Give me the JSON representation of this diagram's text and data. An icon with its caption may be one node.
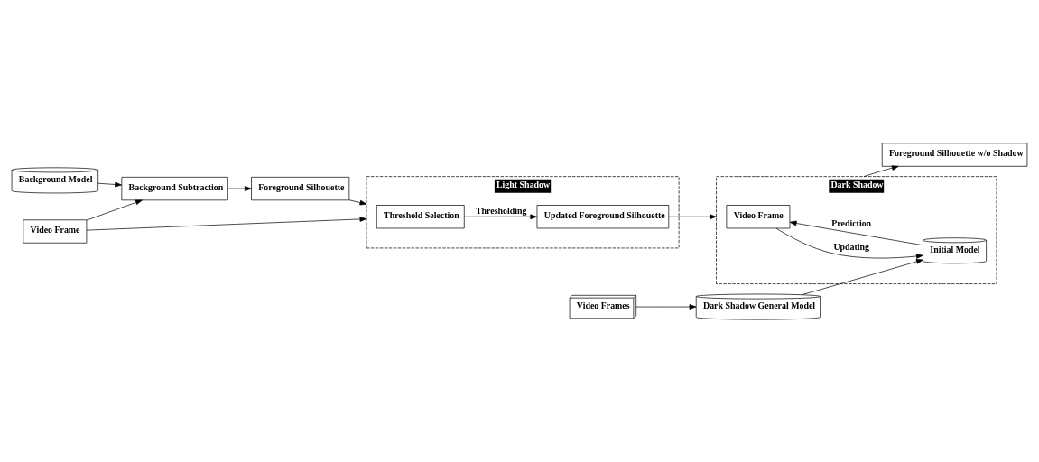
{
  "diagram": {
    "nodes": [
      {
        "text": [
          "Background Model"
        ]
      },
      {
        "text": [
          "Video Frame"
        ]
      },
      {
        "text": [
          "Background Subtraction"
        ]
      },
      {
        "text": [
          "Foreground Silhouette"
        ]
      },
      {
        "text": [
          "Light Shadow"
        ]
      },
      {
        "text": [
          "Threshold Selection"
        ],
        "in": 4
      },
      {
        "text": [
          "Updated Foreground Silhouette"
        ],
        "in": 4
      },
      {
        "text": [
          "Dark Shadow"
        ]
      },
      {
        "text": [
          "Video Frame"
        ],
        "in": 7
      },
      {
        "text": [
          "Initial Model"
        ],
        "in": 7
      },
      {
        "text": [
          "Foreground Silhouette w/o Shadow"
        ]
      },
      {
        "text": [
          "Video Frames"
        ]
      },
      {
        "text": [
          "Dark Shadow General Model"
        ]
      }
    ],
    "edges": [
      {
        "from": 1,
        "to": 2,
        "arrow": "to"
      },
      {
        "from": 0,
        "to": 2,
        "arrow": "to"
      },
      {
        "from": 2,
        "to": 3,
        "arrow": "to"
      },
      {
        "from": 1,
        "to": 4,
        "arrow": "to"
      },
      {
        "from": 3,
        "to": 4,
        "arrow": "to"
      },
      {
        "from": 5,
        "to": 6,
        "arrow": "to",
        "label": "Thresholding"
      },
      {
        "from": 6,
        "to": 7,
        "arrow": "to"
      },
      {
        "from": 8,
        "to": 9,
        "arrow": "to",
        "label": "Updating"
      },
      {
        "from": 9,
        "to": 8,
        "arrow": "to",
        "label": "Prediction"
      },
      {
        "from": 7,
        "to": 10,
        "arrow": "to"
      },
      {
        "from": 11,
        "to": 12,
        "arrow": "to"
      },
      {
        "from": 12,
        "to": 9,
        "arrow": "to"
      }
    ]
  }
}
